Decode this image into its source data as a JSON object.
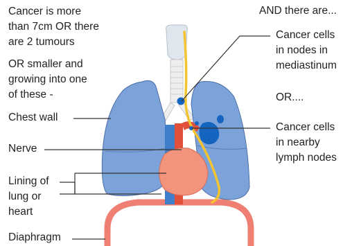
{
  "labels": {
    "size_condition": "Cancer is more\nthan 7cm OR there\nare 2 tumours",
    "growth_condition": "OR smaller and\ngrowing into one\nof these -",
    "and_there_are": "AND there are...",
    "nodes_mediastinum": "Cancer cells\nin nodes in\nmediastinum",
    "or": "OR....",
    "nearby_lymph": "Cancer cells\nin nearby\nlymph nodes",
    "chest_wall": "Chest wall",
    "nerve": "Nerve",
    "lining": "Lining of\nlung or\nheart",
    "diaphragm": "Diaphragm"
  },
  "colors": {
    "lung": "#7ba3d9",
    "lung_outline": "#4b6ea8",
    "heart": "#f2937d",
    "artery": "#e0503a",
    "vein": "#3f7fc9",
    "nerve": "#f4c430",
    "diaphragm": "#ee7f72",
    "tumour": "#1565c0",
    "trachea": "#e9e9e9",
    "line": "#333333"
  },
  "icons": {
    "tumour": "tumour-blob",
    "lymph_node": "lymph-node-dot"
  }
}
